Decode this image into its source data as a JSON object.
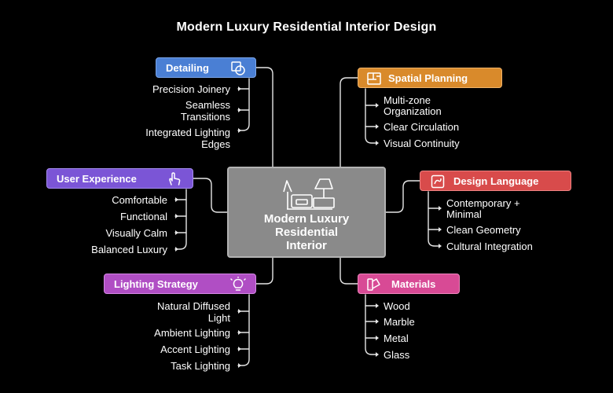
{
  "title": "Modern Luxury Residential Interior Design",
  "center": {
    "line1": "Modern Luxury",
    "line2": "Residential",
    "line3": "Interior"
  },
  "branches": {
    "detailing": {
      "label": "Detailing",
      "color": "#4a7fd4",
      "icon": "shapes-icon",
      "items": [
        "Precision Joinery",
        "Seamless",
        "Transitions",
        "Integrated Lighting",
        "Edges"
      ]
    },
    "user_experience": {
      "label": "User Experience",
      "color": "#7b55d6",
      "icon": "hand-touch-icon",
      "items": [
        "Comfortable",
        "Functional",
        "Visually Calm",
        "Balanced Luxury"
      ]
    },
    "lighting_strategy": {
      "label": "Lighting Strategy",
      "color": "#b04ec4",
      "icon": "lightbulb-icon",
      "items": [
        "Natural Diffused",
        "Light",
        "Ambient Lighting",
        "Accent Lighting",
        "Task Lighting"
      ]
    },
    "spatial_planning": {
      "label": "Spatial Planning",
      "color": "#d98a2b",
      "icon": "floorplan-icon",
      "items": [
        "Multi-zone",
        "Organization",
        "Clear Circulation",
        "Visual Continuity"
      ]
    },
    "design_language": {
      "label": "Design Language",
      "color": "#d84b4b",
      "icon": "palette-icon",
      "items": [
        "Contemporary +",
        "Minimal",
        "Clean Geometry",
        "Cultural Integration"
      ]
    },
    "materials": {
      "label": "Materials",
      "color": "#d84a95",
      "icon": "swatch-icon",
      "items": [
        "Wood",
        "Marble",
        "Metal",
        "Glass"
      ]
    }
  }
}
